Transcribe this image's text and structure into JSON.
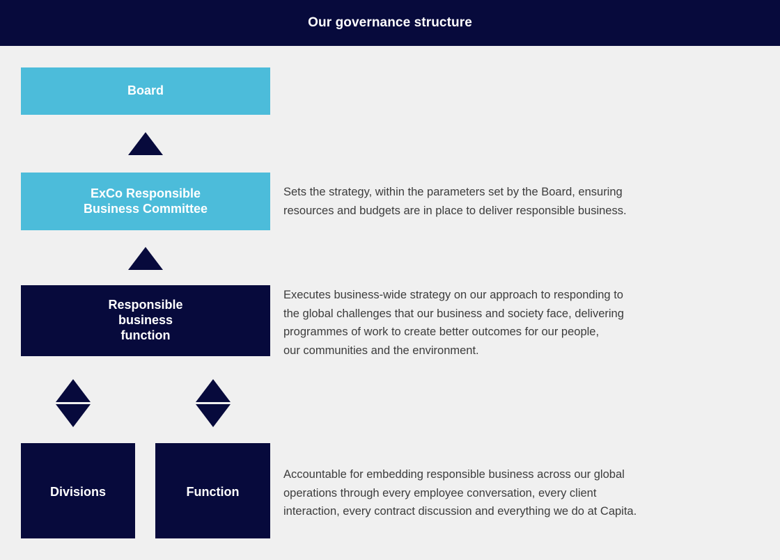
{
  "header": {
    "title": "Our governance structure",
    "background_color": "#070a3c",
    "text_color": "#ffffff"
  },
  "theme": {
    "page_background": "#f0f0f0",
    "cyan": "#4cbcda",
    "navy": "#070a3c",
    "body_text": "#3c3c3c"
  },
  "nodes": {
    "board": {
      "label": "Board",
      "color": "#4cbcda"
    },
    "exco": {
      "line1": "ExCo Responsible",
      "line2": "Business Committee",
      "color": "#4cbcda"
    },
    "responsible_business_function": {
      "line1": "Responsible",
      "line2": "business",
      "line3": "function",
      "color": "#070a3c"
    },
    "divisions": {
      "label": "Divisions",
      "color": "#070a3c"
    },
    "function": {
      "label": "Function",
      "color": "#070a3c"
    }
  },
  "descriptions": {
    "exco": {
      "line1": "Sets the strategy, within the parameters set by the Board, ensuring",
      "line2": "resources and budgets are in place to deliver responsible business."
    },
    "responsible_business_function": {
      "line1": "Executes business-wide strategy on our approach to responding to",
      "line2": "the global challenges that our business and society face, delivering",
      "line3": "programmes of work to create better outcomes for our people,",
      "line4": "our communities and the environment."
    },
    "bottom": {
      "line1": "Accountable for embedding responsible business across our global",
      "line2": "operations through every employee conversation, every client",
      "line3": "interaction, every contract discussion and everything we do at Capita."
    }
  },
  "connectors": {
    "board_to_exco": "triangle-up-icon",
    "exco_to_rbf": "triangle-up-icon",
    "rbf_to_divisions": "double-arrow-icon",
    "rbf_to_function": "double-arrow-icon"
  }
}
